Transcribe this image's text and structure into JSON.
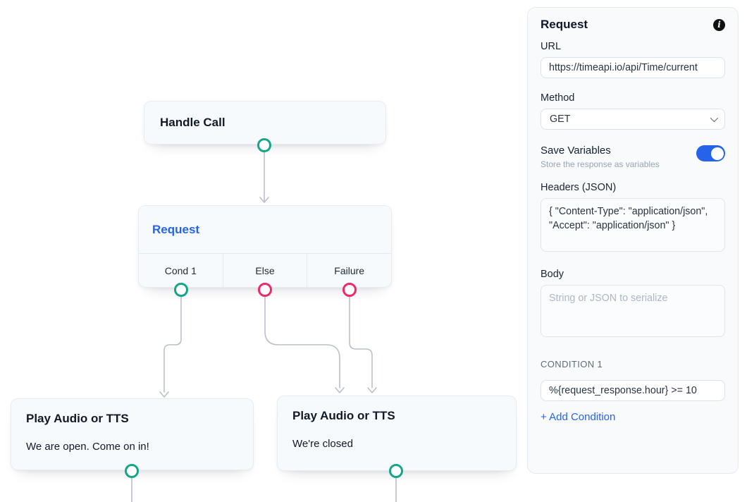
{
  "canvas": {
    "handle_call": {
      "title": "Handle Call"
    },
    "request": {
      "title": "Request",
      "branches": [
        "Cond 1",
        "Else",
        "Failure"
      ]
    },
    "play_open": {
      "title": "Play Audio or TTS",
      "text": "We are open. Come on in!"
    },
    "play_closed": {
      "title": "Play Audio or TTS",
      "text": "We're closed"
    }
  },
  "panel": {
    "title": "Request",
    "info_icon": "i",
    "url": {
      "label": "URL",
      "value": "https://timeapi.io/api/Time/current"
    },
    "method": {
      "label": "Method",
      "value": "GET"
    },
    "save_variables": {
      "label": "Save Variables",
      "description": "Store the response as variables",
      "enabled": true
    },
    "headers": {
      "label": "Headers (JSON)",
      "value": "{ \"Content-Type\": \"application/json\", \"Accept\": \"application/json\" }"
    },
    "body": {
      "label": "Body",
      "value": "",
      "placeholder": "String or JSON to serialize"
    },
    "condition": {
      "section_label": "CONDITION 1",
      "value": "%{request_response.hour} >= 10"
    },
    "add_condition_label": "+ Add Condition"
  },
  "colors": {
    "accent_blue": "#2563eb",
    "port_teal": "#17a589",
    "port_pink": "#ec2a69",
    "edge_gray": "#b9c0cb",
    "node_bg": "#f7fafc",
    "panel_bg": "#f8fafc",
    "info_badge_bg": "#111111"
  }
}
